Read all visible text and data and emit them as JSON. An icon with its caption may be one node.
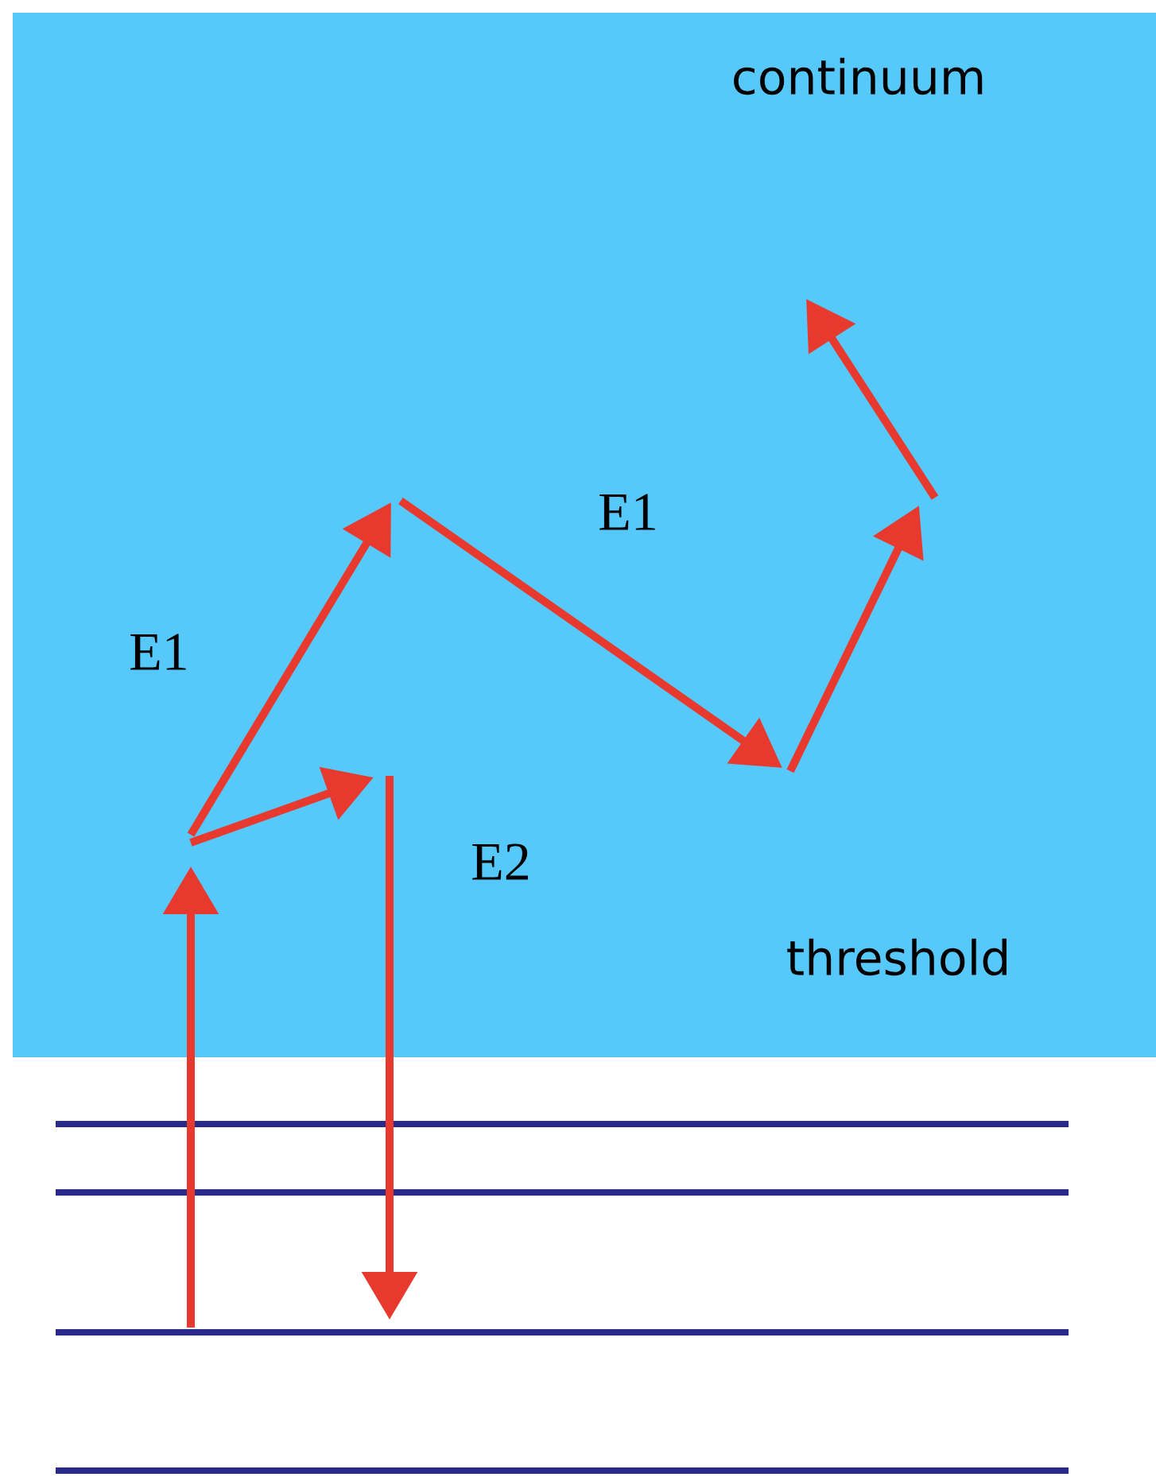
{
  "diagram": {
    "labels": [
      "continuum",
      "E1",
      "E1",
      "E2",
      "threshold"
    ]
  }
}
